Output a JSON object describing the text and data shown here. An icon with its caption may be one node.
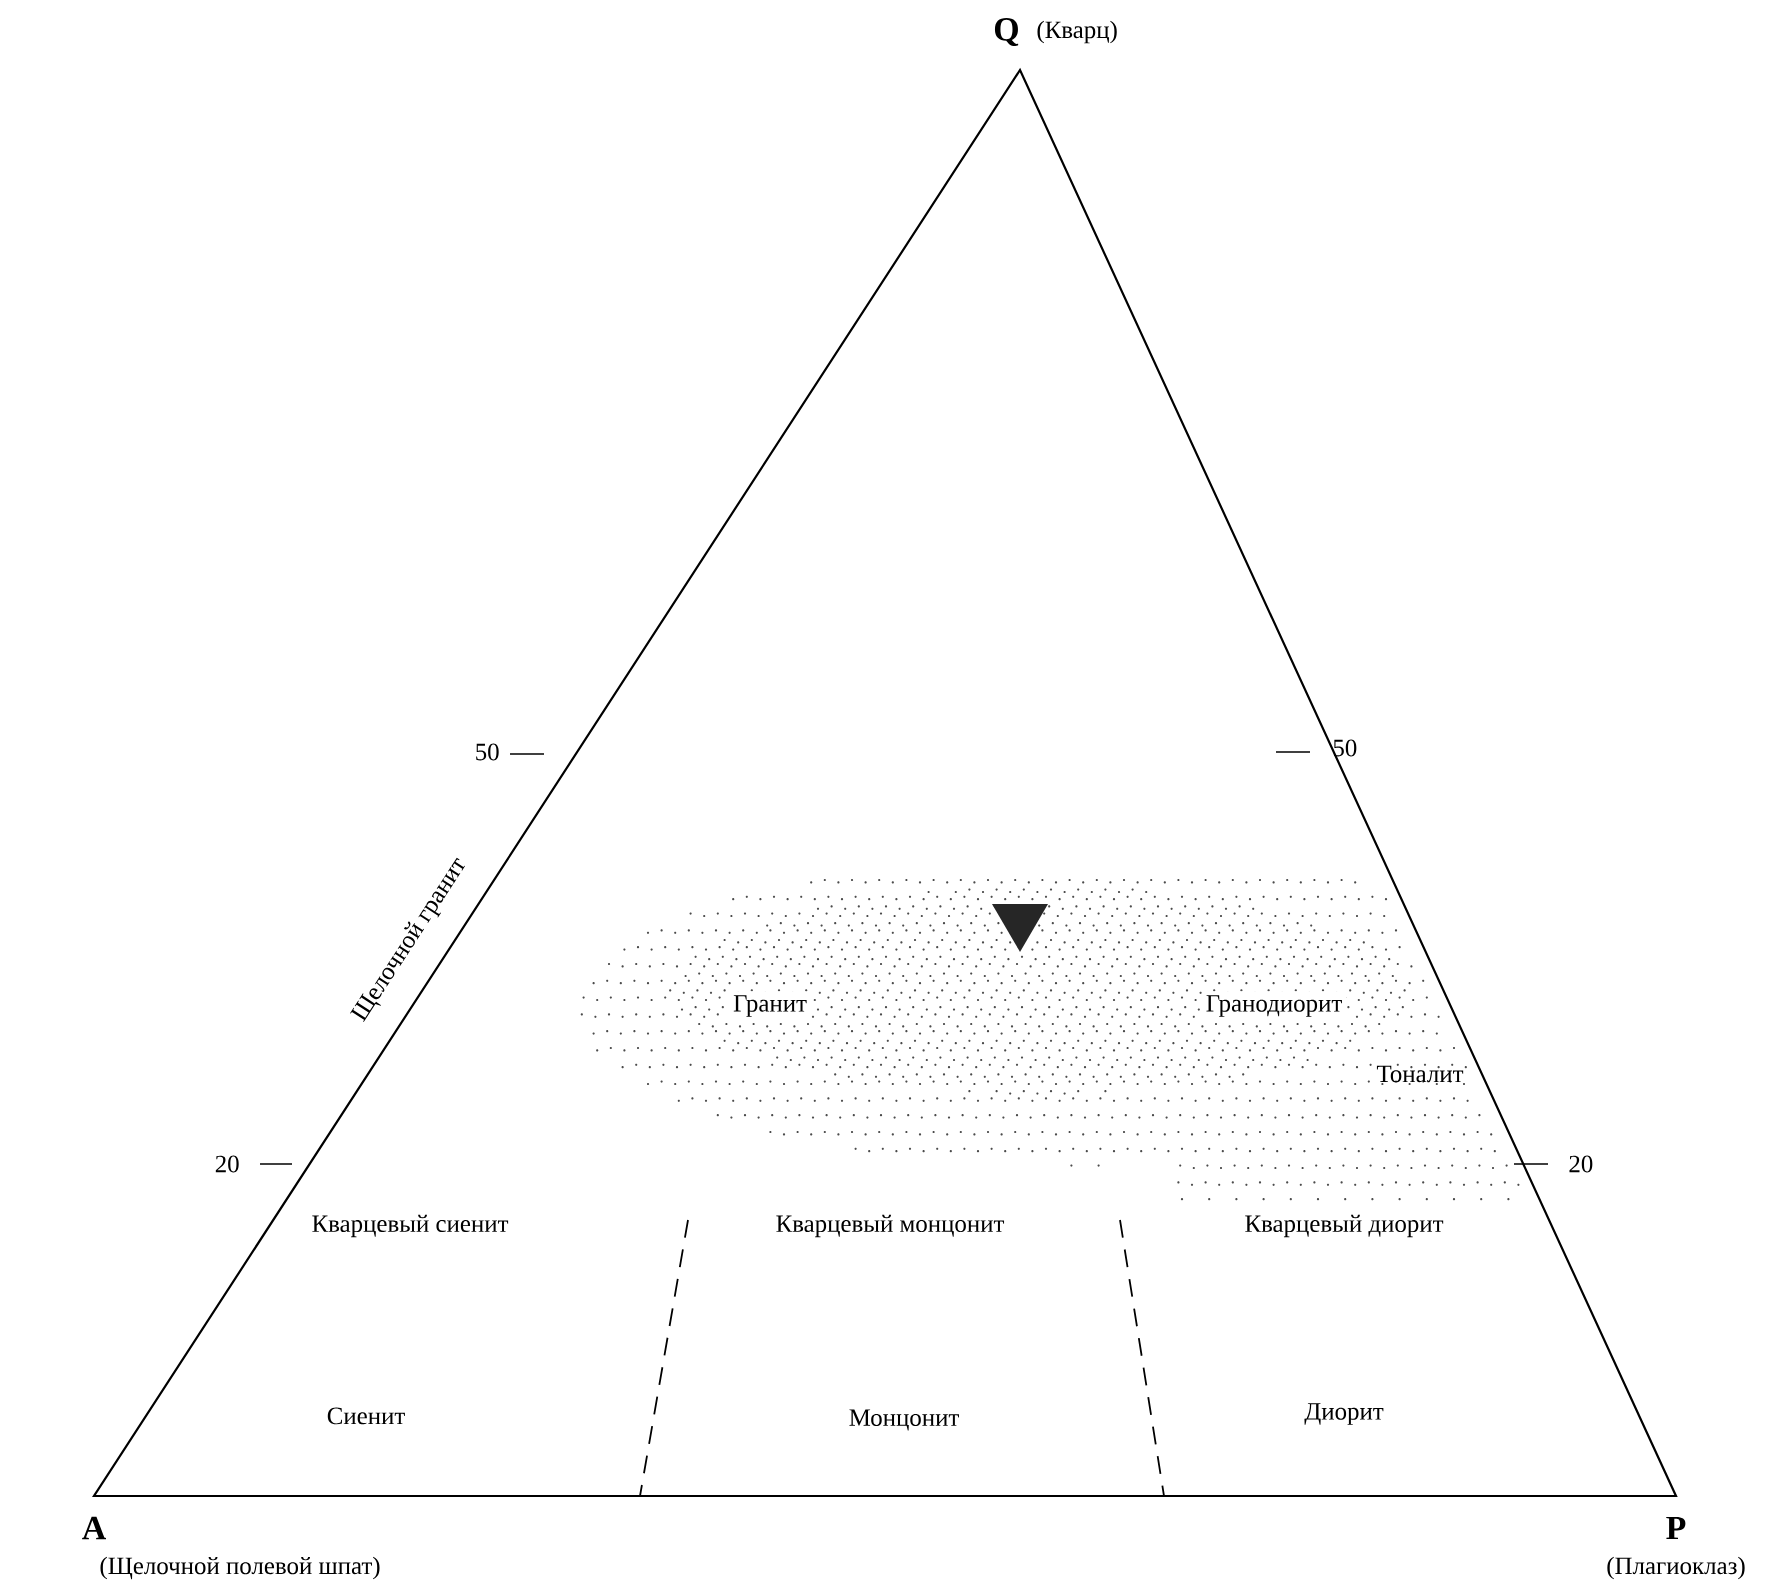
{
  "diagram": {
    "labels": [
      "Q",
      "(Кварц)",
      "50",
      "50",
      "Щелочной гранит",
      "Гранит",
      "Гранодиорит",
      "Тоналит",
      "20",
      "20",
      "Кварцевый сиенит",
      "Кварцевый монцонит",
      "Кварцевый диорит",
      "Сиенит",
      "Монцонит",
      "Диорит",
      "A",
      "(Щелочной полевой шпат)",
      "P",
      "(Плагиоклаз)"
    ]
  }
}
